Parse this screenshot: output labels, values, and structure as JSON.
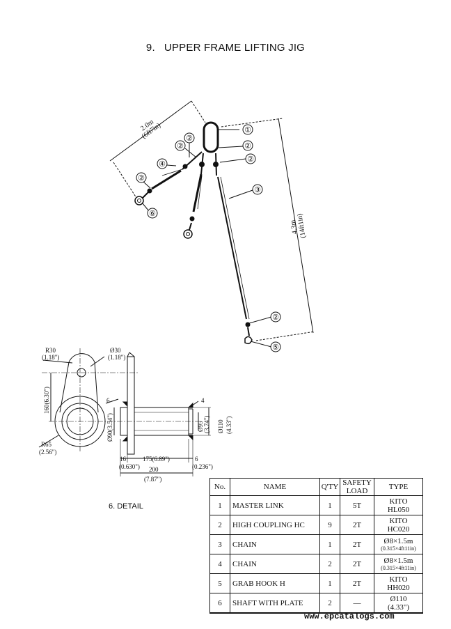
{
  "title": "9.   UPPER FRAME LIFTING JIG",
  "assembly": {
    "dim_short": "2.0m",
    "dim_short_imperial": "(6ft7in)",
    "dim_long": "4.3m",
    "dim_long_imperial": "(14ft1in)",
    "callouts": [
      "①",
      "②",
      "③",
      "④",
      "⑤",
      "⑥"
    ]
  },
  "detail": {
    "caption": "6. DETAIL",
    "r30": "R30",
    "r30_in": "(1.18\")",
    "dia30": "Ø30",
    "dia30_in": "(1.18\")",
    "h160": "160(6.30\")",
    "r65": "R65",
    "r65_in": "(2.56\")",
    "weld_left": "6",
    "weld_right": "4",
    "dia90": "Ø90(3.54\")",
    "dia95": "Ø95",
    "dia95_in": "(3.74\")",
    "dia110": "Ø110",
    "dia110_in": "(4.33\")",
    "d16": "16",
    "d16_in": "(0.630\")",
    "d175": "175(6.89\")",
    "d6": "6",
    "d6_in": "(0.236\")",
    "d200": "200",
    "d200_in": "(7.87\")"
  },
  "table": {
    "headers": [
      "No.",
      "NAME",
      "Q'TY",
      "SAFETY LOAD",
      "TYPE"
    ],
    "rows": [
      {
        "no": "1",
        "name": "MASTER LINK",
        "qty": "1",
        "load": "5T",
        "type": "KITO",
        "type2": "HL050"
      },
      {
        "no": "2",
        "name": "HIGH COUPLING HC",
        "qty": "9",
        "load": "2T",
        "type": "KITO",
        "type2": "HC020"
      },
      {
        "no": "3",
        "name": "CHAIN",
        "qty": "1",
        "load": "2T",
        "type": "Ø8×1.5m",
        "type2": "(0.315×4ft11in)"
      },
      {
        "no": "4",
        "name": "CHAIN",
        "qty": "2",
        "load": "2T",
        "type": "Ø8×1.5m",
        "type2": "(0.315×4ft11in)"
      },
      {
        "no": "5",
        "name": "GRAB HOOK H",
        "qty": "1",
        "load": "2T",
        "type": "KITO",
        "type2": "HH020"
      },
      {
        "no": "6",
        "name": "SHAFT WITH PLATE",
        "qty": "2",
        "load": "—",
        "type": "Ø110",
        "type2": "(4.33\")"
      }
    ]
  },
  "footer": "www.epcatalogs.com"
}
